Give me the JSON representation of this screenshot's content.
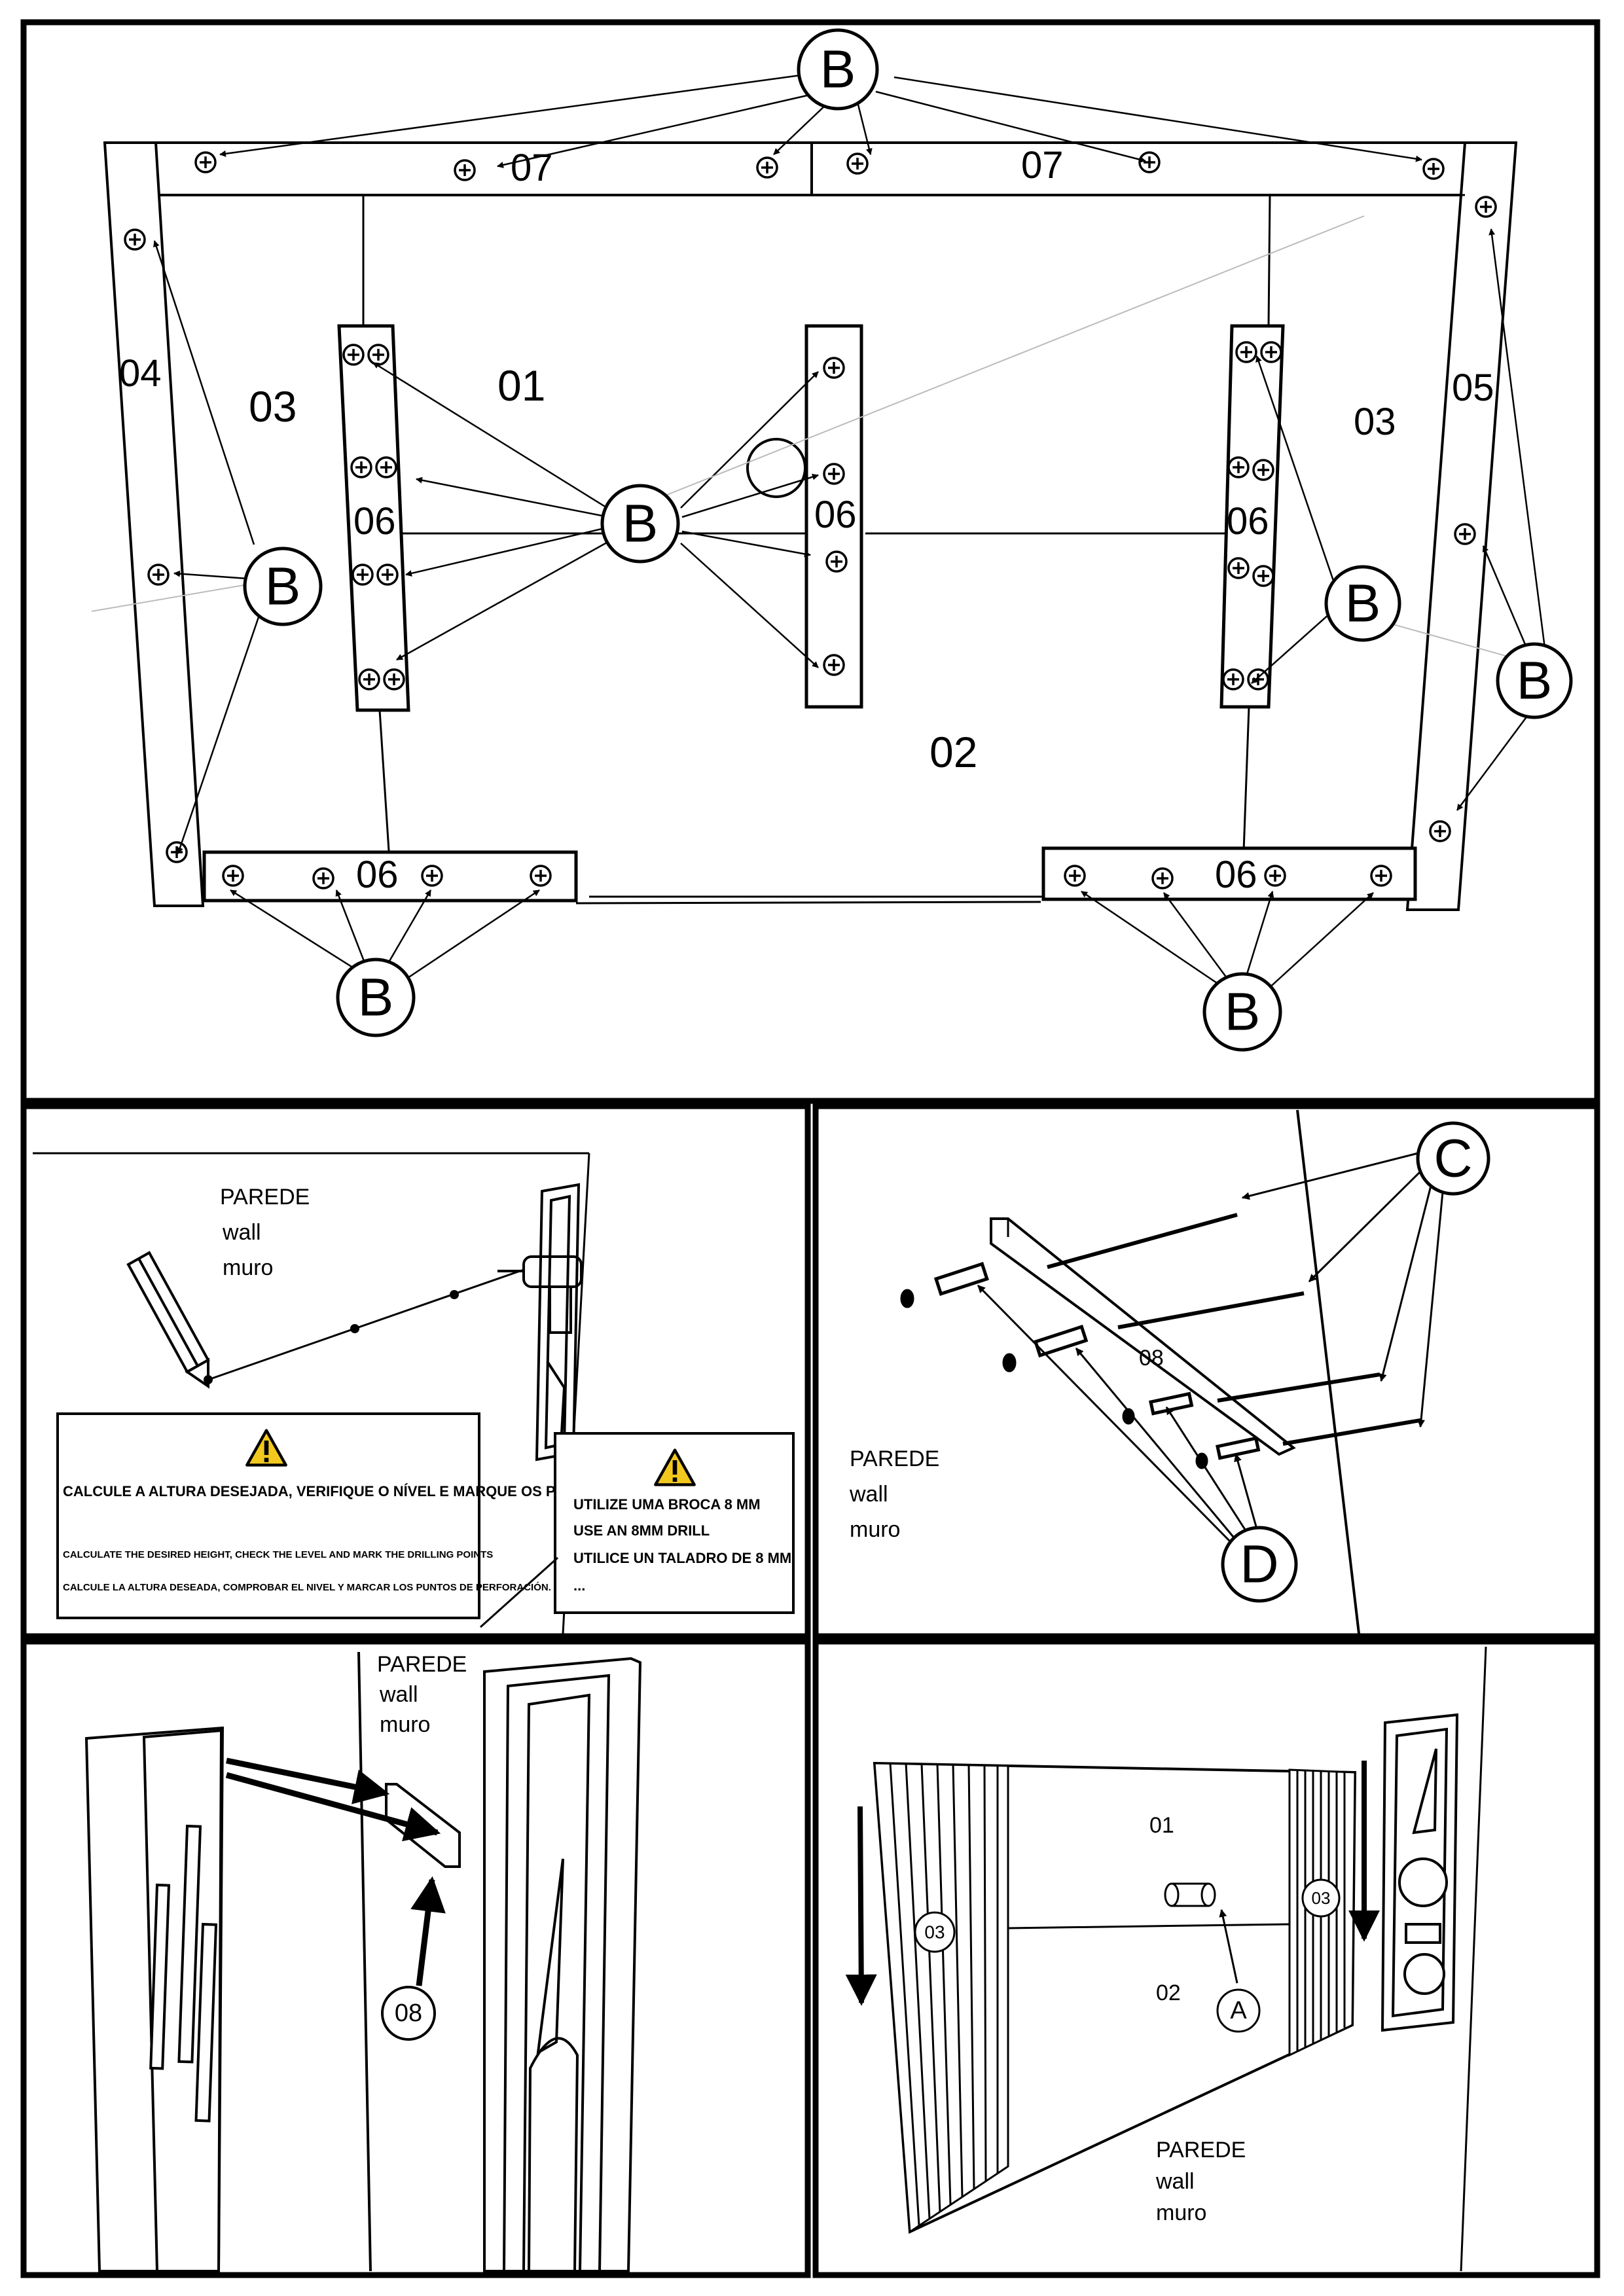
{
  "part_labels": {
    "p07a": "07",
    "p07b": "07",
    "p04": "04",
    "p05": "05",
    "p03a": "03",
    "p03b": "03",
    "p01": "01",
    "p02": "02",
    "p06a": "06",
    "p06b": "06",
    "p06c": "06",
    "p06d": "06",
    "p06e": "06"
  },
  "callouts": {
    "b_top": "B",
    "b_center": "B",
    "b_left": "B",
    "b_right_inner": "B",
    "b_right_outer": "B",
    "b_bottom_left": "B",
    "b_bottom_right": "B",
    "c": "C",
    "d": "D"
  },
  "panel2": {
    "wall": [
      "PAREDE",
      "wall",
      "muro"
    ],
    "warning1": {
      "title": "CALCULE A ALTURA DESEJADA,  VERIFIQUE O NÍVEL E MARQUE OS PONTOS DE FURAÇÃO.",
      "en": "CALCULATE THE DESIRED HEIGHT, CHECK THE LEVEL AND MARK THE DRILLING POINTS",
      "es": "CALCULE LA ALTURA DESEADA, COMPROBAR EL NIVEL Y MARCAR LOS PUNTOS DE PERFORACIÓN."
    },
    "warning2": {
      "line1": "UTILIZE  UMA BROCA 8 MM",
      "line2": "USE AN 8MM DRILL",
      "line3": "UTILICE UN TALADRO DE 8 MM",
      "line4": "..."
    }
  },
  "panel3": {
    "wall": [
      "PAREDE",
      "wall",
      "muro"
    ],
    "part": "08"
  },
  "panel4": {
    "wall": [
      "PAREDE",
      "wall",
      "muro"
    ],
    "callout": "08"
  },
  "panel5": {
    "wall": [
      "PAREDE",
      "wall",
      "muro"
    ],
    "p01": "01",
    "p02": "02",
    "p03a": "03",
    "p03b": "03",
    "callout": "A"
  }
}
